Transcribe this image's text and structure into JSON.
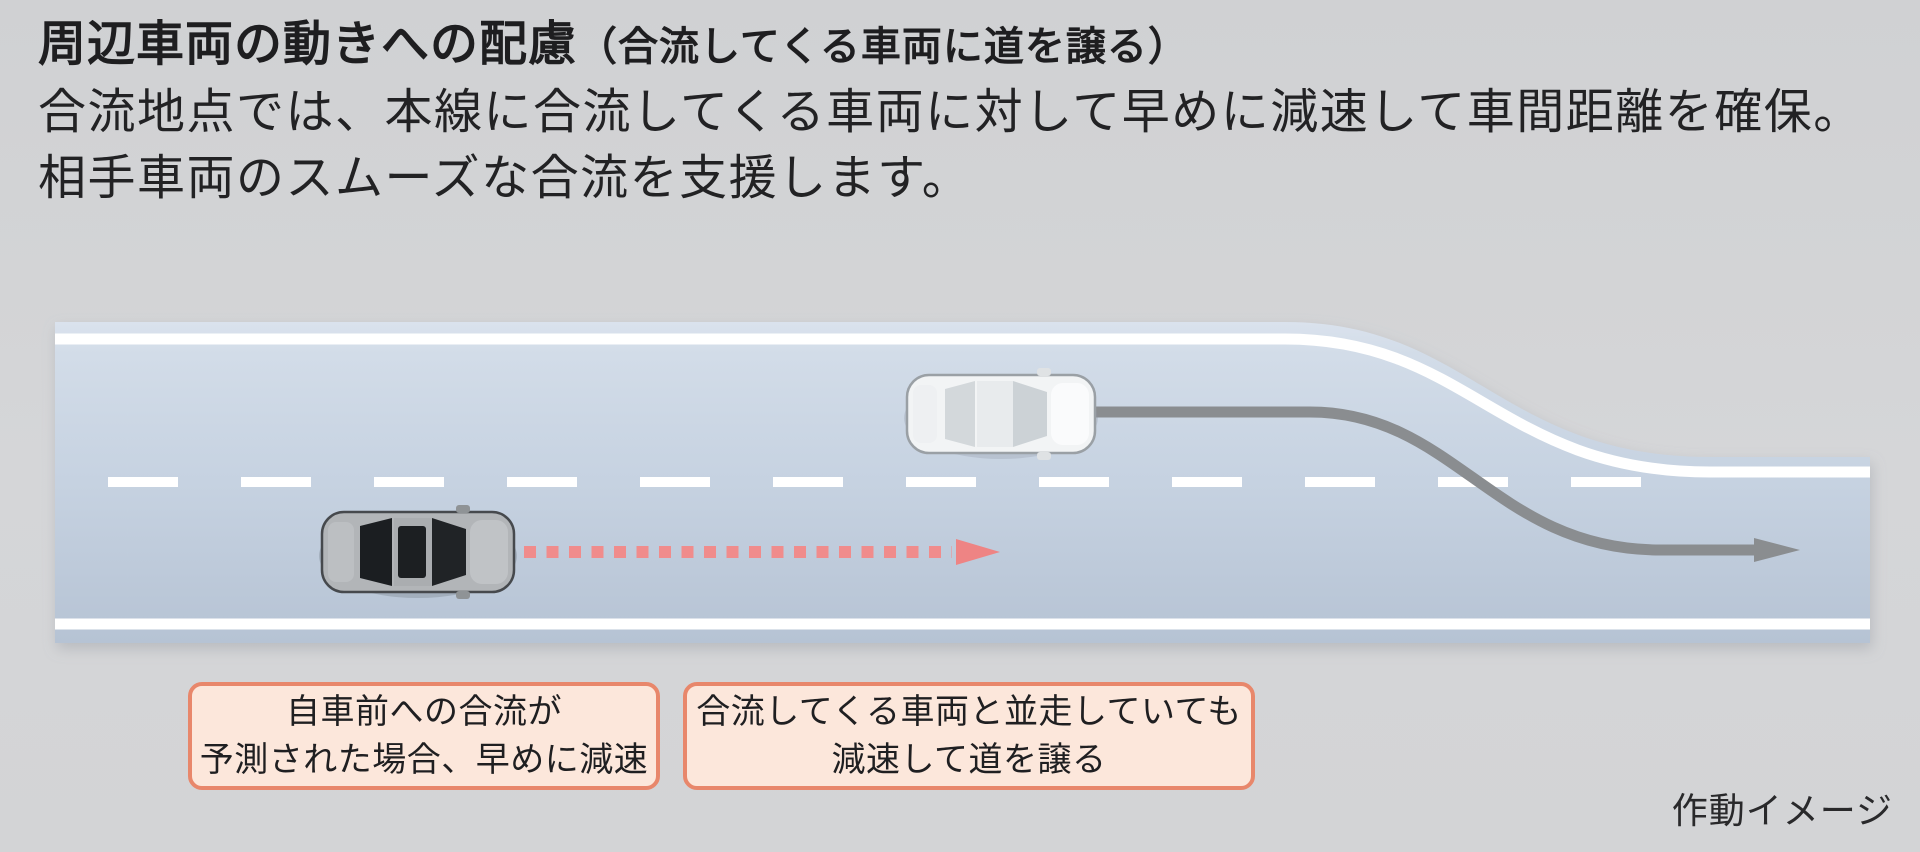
{
  "heading": {
    "main": "周辺車両の動きへの配慮",
    "paren": "（合流してくる車両に道を譲る）"
  },
  "body": {
    "line1": "合流地点では、本線に合流してくる車両に対して早めに減速して車間距離を確保。",
    "line2": "相手車両のスムーズな合流を支援します。"
  },
  "callouts": [
    {
      "line1": "自車前への合流が",
      "line2": "予測された場合、早めに減速"
    },
    {
      "line1": "合流してくる車両と並走していても",
      "line2": "減速して道を譲る"
    }
  ],
  "caption": "作動イメージ",
  "diagram": {
    "description": "top-view road merging scene",
    "ego_vehicle": "dark sedan in main lane moving right with pink dotted deceleration path",
    "merging_vehicle": "white sedan in ending lane with gray merge path arrow",
    "colors": {
      "background_gray": "#d3d4d6",
      "road_blue_light": "#d9e1ec",
      "road_blue_dark": "#b6c3d4",
      "lane_line_white": "#ffffff",
      "ego_path_pink": "#f08c8c",
      "merge_path_gray": "#8a8d90",
      "callout_border": "#e8876b",
      "callout_fill": "#fce7db",
      "text_dark": "#1e1e20"
    }
  }
}
